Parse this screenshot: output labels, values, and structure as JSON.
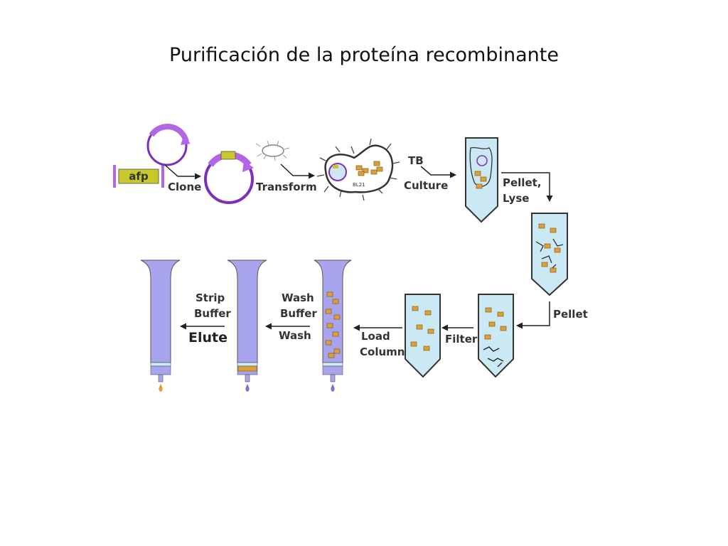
{
  "title": "Purificación de la proteína recombinante",
  "labels": {
    "gene": "afp",
    "cell": "BL21",
    "clone": "Clone",
    "transform": "Transform",
    "tb": "TB",
    "culture": "Culture",
    "pellet_lyse_1": "Pellet,",
    "pellet_lyse_2": "Lyse",
    "pellet": "Pellet",
    "filter": "Filter",
    "load": "Load",
    "column": "Column",
    "wash_buffer_1": "Wash",
    "wash_buffer_2": "Buffer",
    "wash": "Wash",
    "strip": "Strip",
    "strip_buffer": "Buffer",
    "elute": "Elute"
  },
  "colors": {
    "plasmid": "#7b2fbe",
    "insert": "#b266e6",
    "gene_box": "#c8c82a",
    "protein": "#d9a03c",
    "tube_fill": "#cbe9f5",
    "column_fill": "#a9a4ee",
    "arrow": "#222222"
  }
}
